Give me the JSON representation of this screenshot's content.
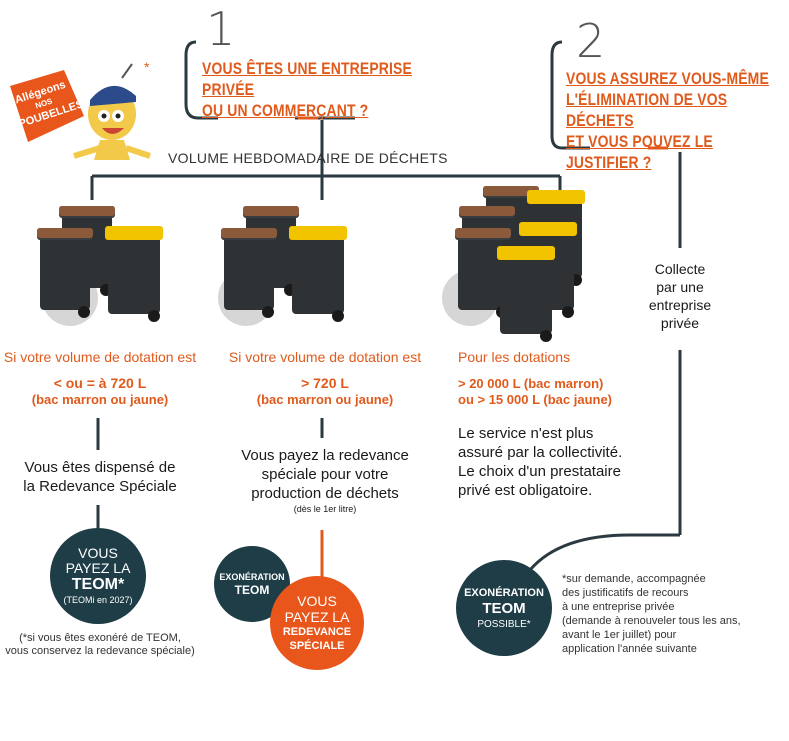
{
  "colors": {
    "accent": "#e05a1c",
    "dark_circle": "#1f3d47",
    "line": "#2b3a40"
  },
  "mascot": {
    "badge_line1": "Allégeons",
    "badge_line2": "NOS",
    "badge_line3": "POUBELLES"
  },
  "step1": {
    "number": "1",
    "question_line1": "VOUS ÊTES UNE ENTREPRISE PRIVÉE",
    "question_line2": "OU UN COMMERÇANT ?",
    "volume_label": "VOLUME HEBDOMADAIRE DE DÉCHETS"
  },
  "step2": {
    "number": "2",
    "question_line1": "VOUS ASSUREZ VOUS-MÊME",
    "question_line2": "L'ÉLIMINATION DE VOS DÉCHETS",
    "question_line3": "ET VOUS POUVEZ LE JUSTIFIER ?",
    "collect_line1": "Collecte",
    "collect_line2": "par une",
    "collect_line3": "entreprise",
    "collect_line4": "privée"
  },
  "col1": {
    "intro": "Si votre volume de dotation est",
    "volume": "< ou = à 720 L",
    "bin": "(bac marron ou jaune)",
    "result_line1": "Vous êtes dispensé de",
    "result_line2": "la Redevance Spéciale",
    "circle_line1": "VOUS",
    "circle_line2": "PAYEZ LA",
    "circle_line3": "TEOM*",
    "circle_line4": "(TEOMi en 2027)",
    "note_line1": "(*si vous êtes exonéré de TEOM,",
    "note_line2": "vous conservez la redevance spéciale)"
  },
  "col2": {
    "intro": "Si votre volume de dotation est",
    "volume": "> 720 L",
    "bin": "(bac marron ou jaune)",
    "result_line1": "Vous payez la redevance",
    "result_line2": "spéciale pour votre",
    "result_line3": "production de déchets",
    "result_small": "(dès le 1er litre)",
    "exo_line1": "EXONÉRATION",
    "exo_line2": "TEOM",
    "circle_line1": "VOUS",
    "circle_line2": "PAYEZ LA",
    "circle_line3": "REDEVANCE",
    "circle_line4": "SPÉCIALE"
  },
  "col3": {
    "intro": "Pour les dotations",
    "volume1": "> 20 000 L (bac marron)",
    "volume2": "ou > 15 000 L (bac jaune)",
    "result_line1": "Le service n'est plus",
    "result_line2": "assuré par la collectivité.",
    "result_line3": "Le choix d'un prestataire",
    "result_line4": "privé est obligatoire.",
    "exo_line1": "EXONÉRATION",
    "exo_line2": "TEOM",
    "exo_line3": "POSSIBLE*",
    "note_line1": "*sur demande, accompagnée",
    "note_line2": "des justificatifs  de recours",
    "note_line3": "à une entreprise privée",
    "note_line4": "(demande à renouveler tous les ans,",
    "note_line5": "avant le 1er juillet) pour",
    "note_line6": "application l'année suivante"
  }
}
